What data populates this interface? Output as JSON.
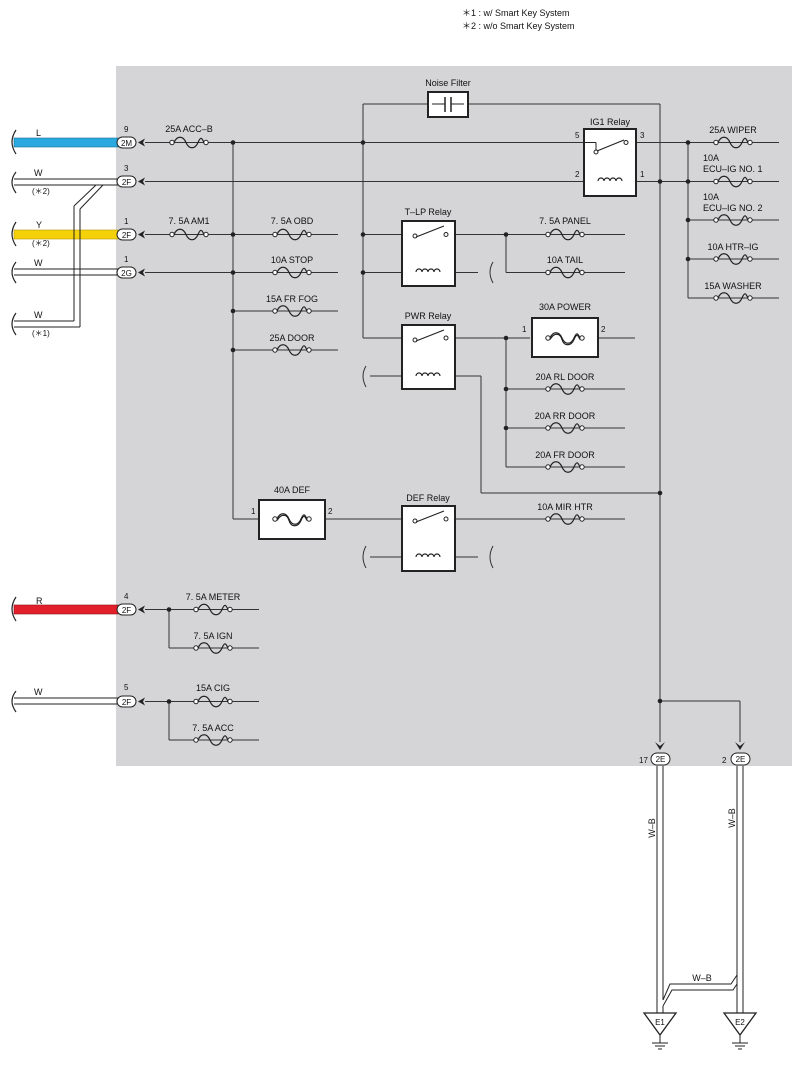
{
  "notes": [
    "＊1 : w/ Smart Key System",
    "＊2 : w/o Smart Key System"
  ],
  "colors": {
    "panel": "#d5d5d7",
    "wire_L": "#29a9df",
    "wire_Y": "#f5d10a",
    "wire_R": "#e2202c",
    "wire_W": "#ffffff",
    "line": "#333333"
  },
  "inputs": [
    {
      "color": "L",
      "connector": "2M",
      "pin": "9",
      "note": ""
    },
    {
      "color": "W",
      "connector": "2F",
      "pin": "3",
      "note": "(＊2)"
    },
    {
      "color": "Y",
      "connector": "2F",
      "pin": "1",
      "note": "(＊2)"
    },
    {
      "color": "W",
      "connector": "2G",
      "pin": "1",
      "note": ""
    },
    {
      "color": "W",
      "connector": "",
      "pin": "",
      "note": "(＊1)"
    },
    {
      "color": "R",
      "connector": "2F",
      "pin": "4",
      "note": ""
    },
    {
      "color": "W",
      "connector": "2F",
      "pin": "5",
      "note": ""
    }
  ],
  "fuses": {
    "acc_b": "25A ACC–B",
    "am1": "7. 5A AM1",
    "obd": "7. 5A OBD",
    "stop": "10A STOP",
    "fr_fog": "15A FR FOG",
    "door": "25A DOOR",
    "def": "40A DEF",
    "meter": "7. 5A METER",
    "ign": "7. 5A IGN",
    "cig": "15A CIG",
    "acc": "7. 5A ACC",
    "panel": "7. 5A PANEL",
    "tail": "10A TAIL",
    "power": "30A POWER",
    "rl_door": "20A RL DOOR",
    "rr_door": "20A RR DOOR",
    "fr_door": "20A FR DOOR",
    "mir_htr": "10A MIR HTR",
    "wiper": "25A WIPER",
    "ecu_ig1_a": "10A",
    "ecu_ig1_b": "ECU–IG NO. 1",
    "ecu_ig2_a": "10A",
    "ecu_ig2_b": "ECU–IG NO. 2",
    "htr_ig": "10A HTR–IG",
    "washer": "15A WASHER"
  },
  "relays": {
    "ig1": "IG1 Relay",
    "tlp": "T–LP Relay",
    "pwr": "PWR Relay",
    "def": "DEF Relay",
    "noise_filter": "Noise Filter"
  },
  "pins": {
    "ig1_5": "5",
    "ig1_3": "3",
    "ig1_2": "2",
    "ig1_1": "1",
    "def_1": "1",
    "def_2": "2",
    "power_1": "1",
    "power_2": "2"
  },
  "outputs": [
    {
      "connector": "2E",
      "pin": "17",
      "wire": "W–B",
      "ground": "E1"
    },
    {
      "connector": "2E",
      "pin": "2",
      "wire": "W–B",
      "ground": "E2"
    }
  ],
  "bottom_wire": "W–B"
}
